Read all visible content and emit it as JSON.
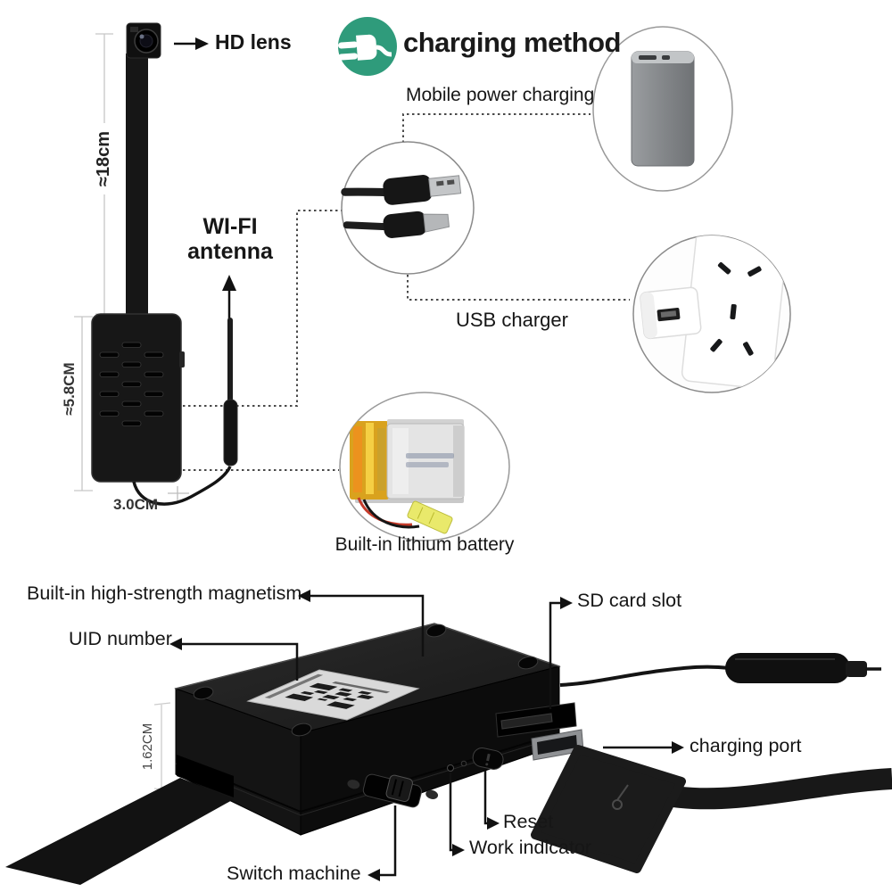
{
  "header": {
    "title": "charging method",
    "accent_color": "#2f9b7b"
  },
  "camera_section": {
    "hd_lens": "HD lens",
    "wifi_line1": "WI-FI",
    "wifi_line2": "antenna",
    "dim_length": "≈18cm",
    "dim_height": "≈5.8CM",
    "dim_width": "3.0CM"
  },
  "charging_section": {
    "mobile_power": "Mobile power charging",
    "usb_charger": "USB charger",
    "battery": "Built-in lithium battery"
  },
  "device_section": {
    "magnetism": "Built-in high-strength magnetism",
    "uid": "UID number",
    "sd_slot": "SD card slot",
    "charging_port": "charging port",
    "reset": "Reset",
    "work_indicator": "Work indicator",
    "switch_machine": "Switch machine",
    "dim_height": "1.62CM"
  }
}
